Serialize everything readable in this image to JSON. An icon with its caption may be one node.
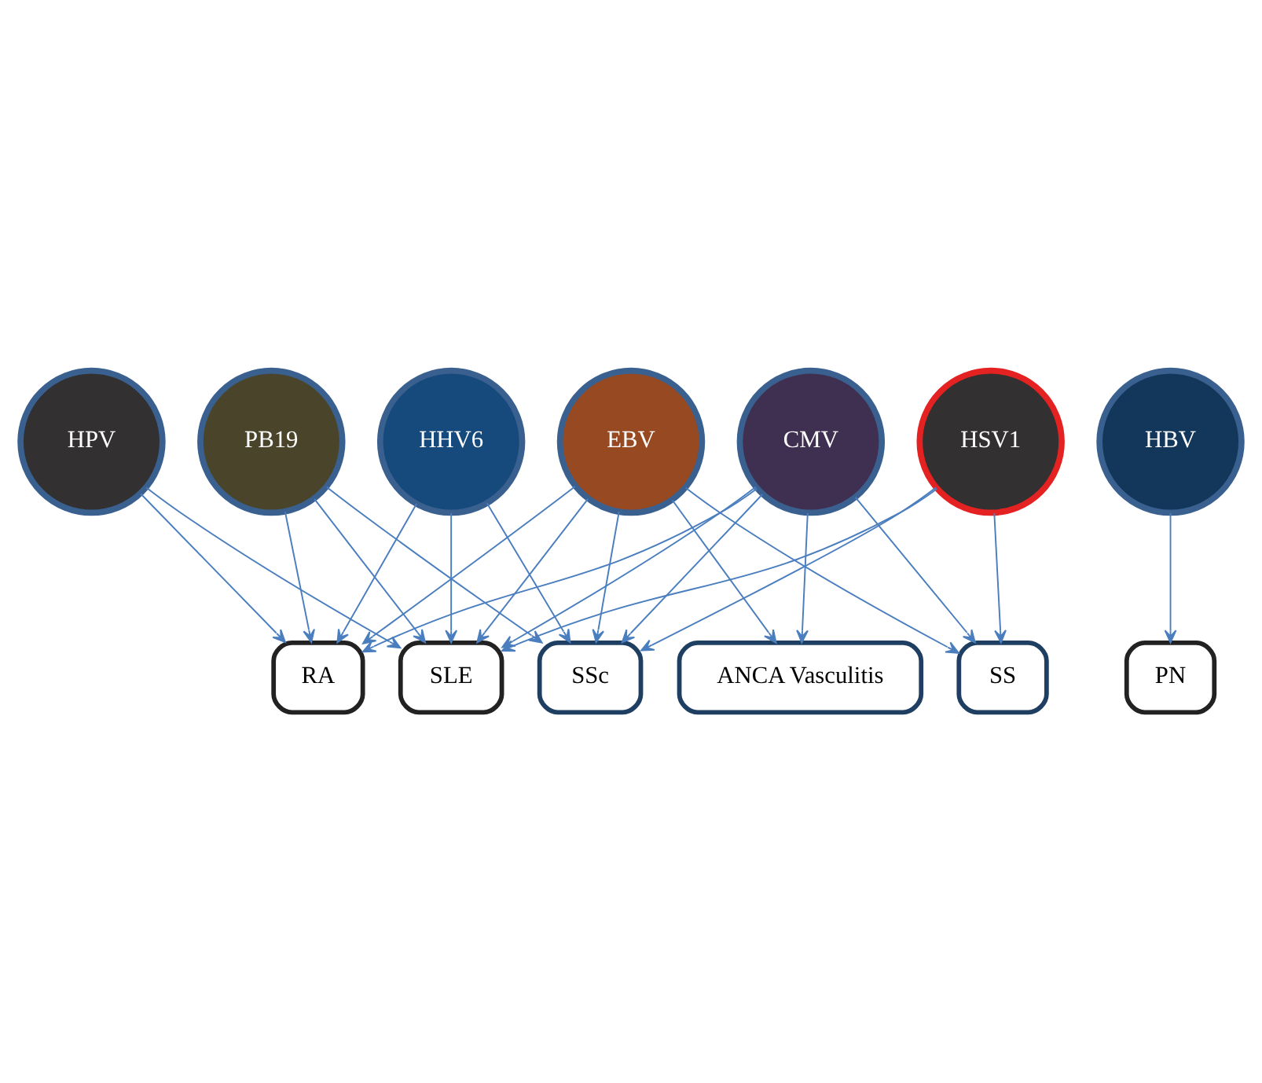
{
  "diagram": {
    "nodes": [
      {
        "text": [
          "PB19"
        ]
      },
      {
        "text": [
          "HPV"
        ]
      },
      {
        "text": [
          "SLE"
        ]
      },
      {
        "text": [
          "PN"
        ]
      },
      {
        "text": [
          "SSc"
        ]
      },
      {
        "text": [
          "HBV"
        ]
      },
      {
        "text": [
          "HHV6"
        ]
      },
      {
        "text": [
          "RA"
        ]
      },
      {
        "text": [
          "ANCA Vasculitis"
        ]
      },
      {
        "text": [
          "SS"
        ]
      },
      {
        "text": [
          "EBV"
        ]
      },
      {
        "text": [
          "HSV1"
        ]
      },
      {
        "text": [
          "CMV"
        ]
      }
    ],
    "edges": [
      {
        "from": 0,
        "to": 2,
        "arrow": "to"
      },
      {
        "from": 0,
        "to": 7,
        "arrow": "to"
      },
      {
        "from": 0,
        "to": 4,
        "arrow": "to"
      },
      {
        "from": 1,
        "to": 2,
        "arrow": "to"
      },
      {
        "from": 1,
        "to": 7,
        "arrow": "to"
      },
      {
        "from": 5,
        "to": 3,
        "arrow": "to"
      },
      {
        "from": 6,
        "to": 4,
        "arrow": "to"
      },
      {
        "from": 6,
        "to": 2,
        "arrow": "to"
      },
      {
        "from": 6,
        "to": 7,
        "arrow": "to"
      },
      {
        "from": 10,
        "to": 7,
        "arrow": "to"
      },
      {
        "from": 10,
        "to": 2,
        "arrow": "to"
      },
      {
        "from": 10,
        "to": 4,
        "arrow": "to"
      },
      {
        "from": 10,
        "to": 8,
        "arrow": "to"
      },
      {
        "from": 10,
        "to": 9,
        "arrow": "to"
      },
      {
        "from": 12,
        "to": 7,
        "arrow": "to"
      },
      {
        "from": 12,
        "to": 2,
        "arrow": "to"
      },
      {
        "from": 12,
        "to": 9,
        "arrow": "to"
      },
      {
        "from": 12,
        "to": 4,
        "arrow": "to"
      },
      {
        "from": 12,
        "to": 8,
        "arrow": "to"
      },
      {
        "from": 11,
        "to": 9,
        "arrow": "to"
      },
      {
        "from": 11,
        "to": 2,
        "arrow": "to"
      },
      {
        "from": 11,
        "to": 4,
        "arrow": "to"
      }
    ]
  }
}
